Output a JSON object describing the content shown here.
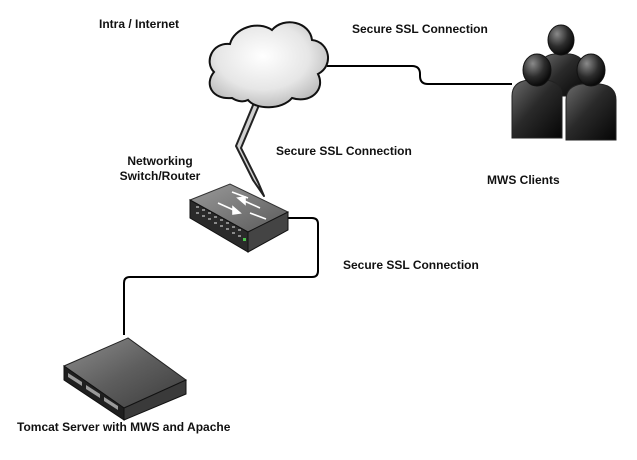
{
  "labels": {
    "internet": "Intra / Internet",
    "ssl_top": "Secure SSL Connection",
    "ssl_middle": "Secure SSL Connection",
    "ssl_lower": "Secure SSL Connection",
    "switch_line1": "Networking",
    "switch_line2": "Switch/Router",
    "clients": "MWS Clients",
    "server": "Tomcat Server with MWS and Apache"
  },
  "icons": {
    "cloud": "cloud-icon",
    "clients": "users-icon",
    "switch": "network-switch-icon",
    "server": "rack-server-icon"
  }
}
